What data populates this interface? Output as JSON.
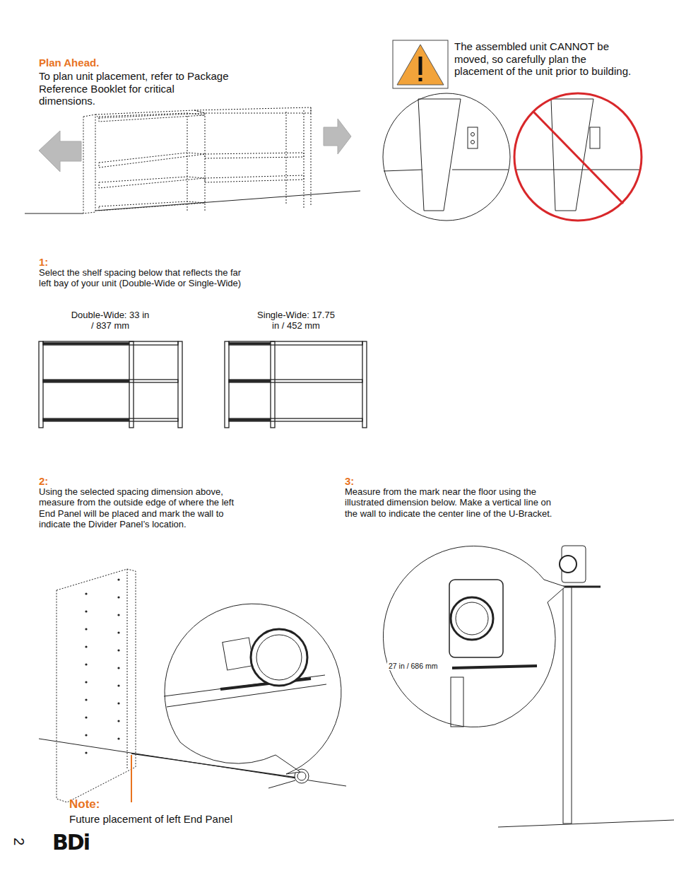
{
  "diagram": {
    "title": "Plan Ahead.",
    "labels": [
      "To plan unit placement, refer to Package Reference Booklet for critical dimensions.",
      "The assembled unit CANNOT be moved, so carefully plan the placement of the unit prior to building.",
      "1:",
      "Select the shelf spacing below that reflects the far left bay of your unit (Double-Wide or Single-Wide)",
      "Double-Wide: 33 in / 837 mm",
      "Single-Wide: 17.75 in / 452 mm",
      "2:",
      "Using the selected spacing dimension above, measure from the outside edge of where the left End Panel will be placed and mark the wall to indicate the Divider Panel’s location.",
      "3:",
      "Measure from the mark near the floor using the illustrated dimension below. Make a vertical line on the wall to indicate the center line of the U-Bracket.",
      "27 in / 686 mm",
      "Note:",
      "Future placement of left End Panel",
      "2",
      "BDi"
    ]
  }
}
